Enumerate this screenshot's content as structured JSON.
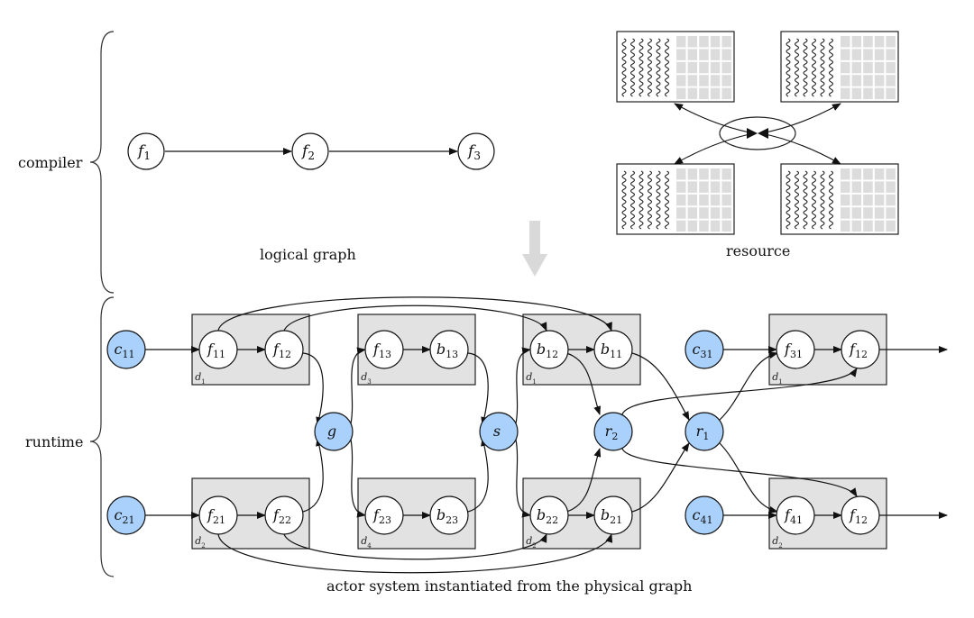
{
  "labels": {
    "compiler": "compiler",
    "runtime": "runtime",
    "logical_graph": "logical graph",
    "resource": "resource",
    "actor_system": "actor system instantiated from the physical graph"
  },
  "colors": {
    "actor_blue": "#a9d1fb",
    "box_fill": "#e2e2e2",
    "node_white": "#ffffff",
    "arrow_gray": "#d9d9d9",
    "stroke": "#111111"
  },
  "logical_nodes": [
    {
      "base": "f",
      "sub": "1"
    },
    {
      "base": "f",
      "sub": "2"
    },
    {
      "base": "f",
      "sub": "3"
    }
  ],
  "actor_nodes": [
    {
      "id": "c11",
      "base": "c",
      "sub": "11",
      "blue": true
    },
    {
      "id": "f11",
      "base": "f",
      "sub": "11"
    },
    {
      "id": "f12",
      "base": "f",
      "sub": "12"
    },
    {
      "id": "f13",
      "base": "f",
      "sub": "13"
    },
    {
      "id": "b13",
      "base": "b",
      "sub": "13"
    },
    {
      "id": "b12",
      "base": "b",
      "sub": "12"
    },
    {
      "id": "b11",
      "base": "b",
      "sub": "11"
    },
    {
      "id": "c31",
      "base": "c",
      "sub": "31",
      "blue": true
    },
    {
      "id": "f31",
      "base": "f",
      "sub": "31"
    },
    {
      "id": "f12b",
      "base": "f",
      "sub": "12"
    },
    {
      "id": "g",
      "base": "g",
      "sub": "",
      "blue": true
    },
    {
      "id": "s",
      "base": "s",
      "sub": "",
      "blue": true
    },
    {
      "id": "r2",
      "base": "r",
      "sub": "2",
      "blue": true
    },
    {
      "id": "r1",
      "base": "r",
      "sub": "1",
      "blue": true
    },
    {
      "id": "c21",
      "base": "c",
      "sub": "21",
      "blue": true
    },
    {
      "id": "f21",
      "base": "f",
      "sub": "21"
    },
    {
      "id": "f22",
      "base": "f",
      "sub": "22"
    },
    {
      "id": "f23",
      "base": "f",
      "sub": "23"
    },
    {
      "id": "b23",
      "base": "b",
      "sub": "23"
    },
    {
      "id": "b22",
      "base": "b",
      "sub": "22"
    },
    {
      "id": "b21",
      "base": "b",
      "sub": "21"
    },
    {
      "id": "c41",
      "base": "c",
      "sub": "41",
      "blue": true
    },
    {
      "id": "f41",
      "base": "f",
      "sub": "41"
    },
    {
      "id": "f12c",
      "base": "f",
      "sub": "12"
    }
  ],
  "device_boxes": [
    {
      "base": "d",
      "sub": "1"
    },
    {
      "base": "d",
      "sub": "3"
    },
    {
      "base": "d",
      "sub": "1"
    },
    {
      "base": "d",
      "sub": "1"
    },
    {
      "base": "d",
      "sub": "2"
    },
    {
      "base": "d",
      "sub": "4"
    },
    {
      "base": "d",
      "sub": "2"
    },
    {
      "base": "d",
      "sub": "2"
    }
  ]
}
